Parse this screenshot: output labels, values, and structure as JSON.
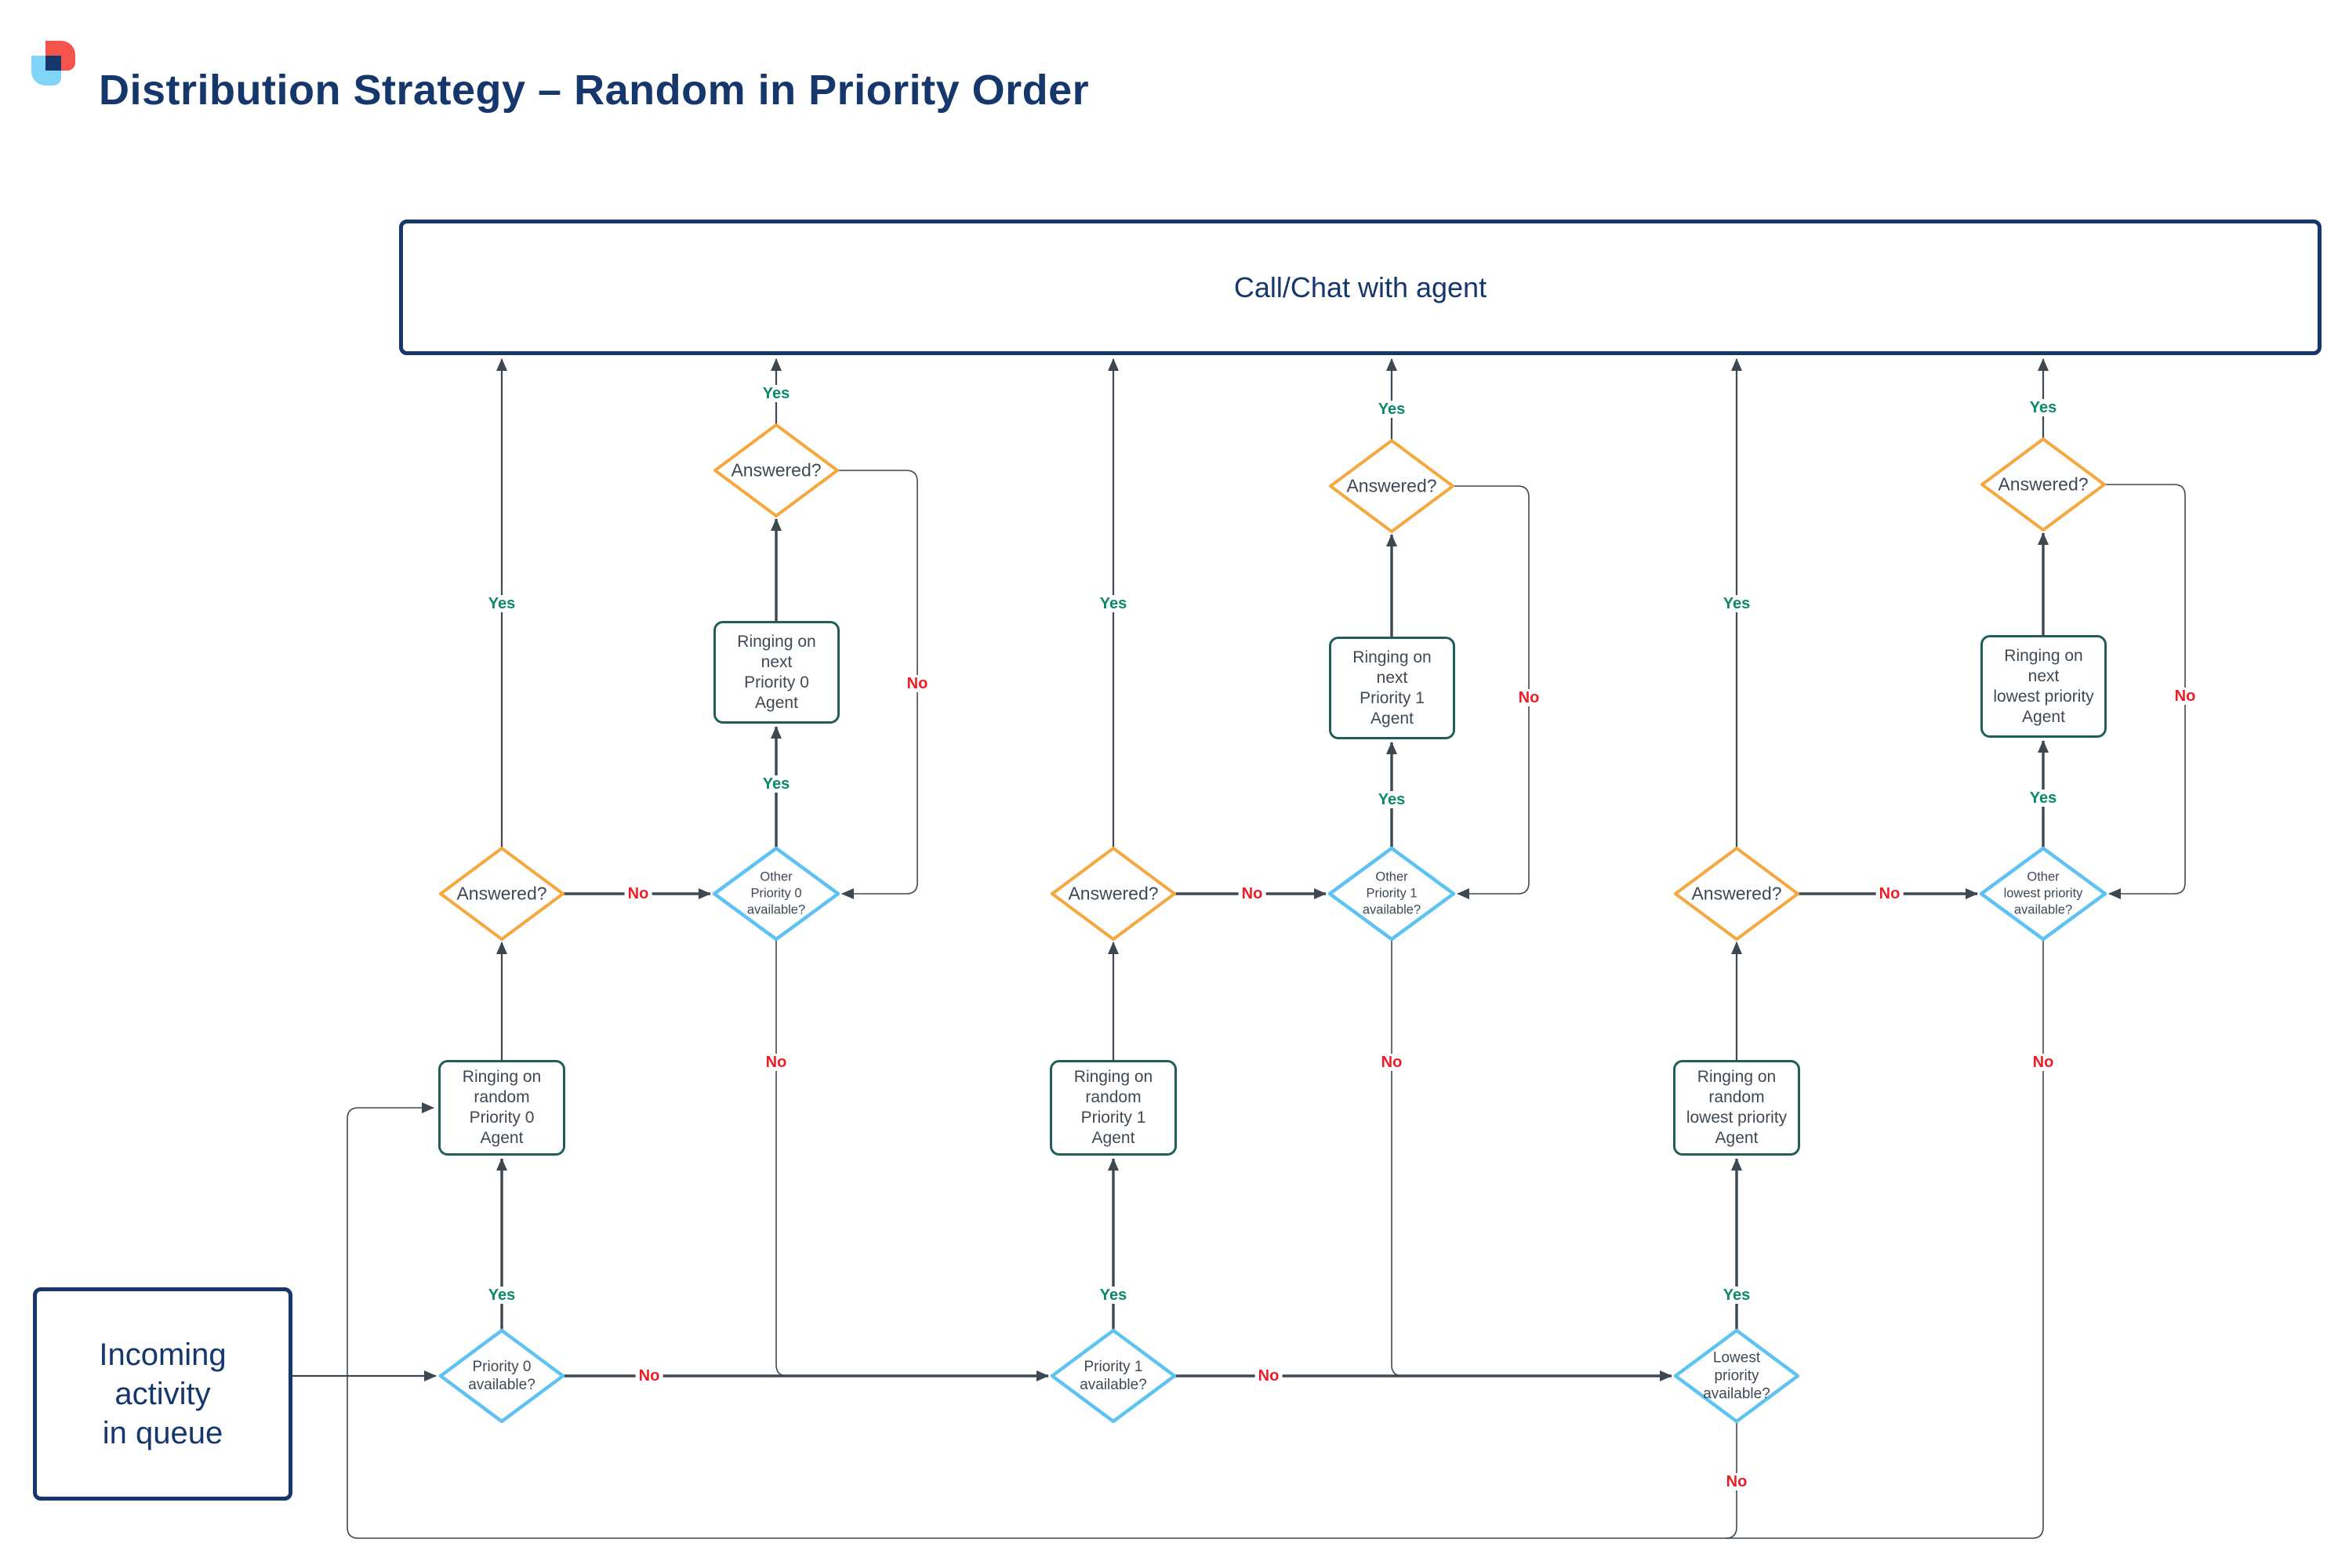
{
  "title": "Distribution Strategy – Random in Priority Order",
  "edge_labels": {
    "yes": "Yes",
    "no": "No"
  },
  "colors": {
    "navy": "#15376c",
    "teal": "#1f5f58",
    "orange": "#f5a83f",
    "light_blue": "#5ec3f0",
    "line": "#3e4852",
    "yes": "#0b8a6a",
    "no": "#ee1c25",
    "node_text": "#3f4953"
  },
  "nodes": {
    "call_chat": "Call/Chat with agent",
    "incoming": "Incoming\nactivity\nin queue",
    "columns": [
      {
        "available": "Priority 0\navailable?",
        "ring_random": "Ringing on\nrandom\nPriority 0\nAgent",
        "answered": "Answered?",
        "other_available": "Other\nPriority 0\navailable?",
        "ring_next": "Ringing on\nnext\nPriority 0\nAgent",
        "answered_next": "Answered?"
      },
      {
        "available": "Priority 1\navailable?",
        "ring_random": "Ringing on\nrandom\nPriority 1\nAgent",
        "answered": "Answered?",
        "other_available": "Other\nPriority 1\navailable?",
        "ring_next": "Ringing on\nnext\nPriority 1\nAgent",
        "answered_next": "Answered?"
      },
      {
        "available": "Lowest\npriority\navailable?",
        "ring_random": "Ringing on\nrandom\nlowest priority\nAgent",
        "answered": "Answered?",
        "other_available": "Other\nlowest priority\navailable?",
        "ring_next": "Ringing on\nnext\nlowest priority\nAgent",
        "answered_next": "Answered?"
      }
    ]
  }
}
